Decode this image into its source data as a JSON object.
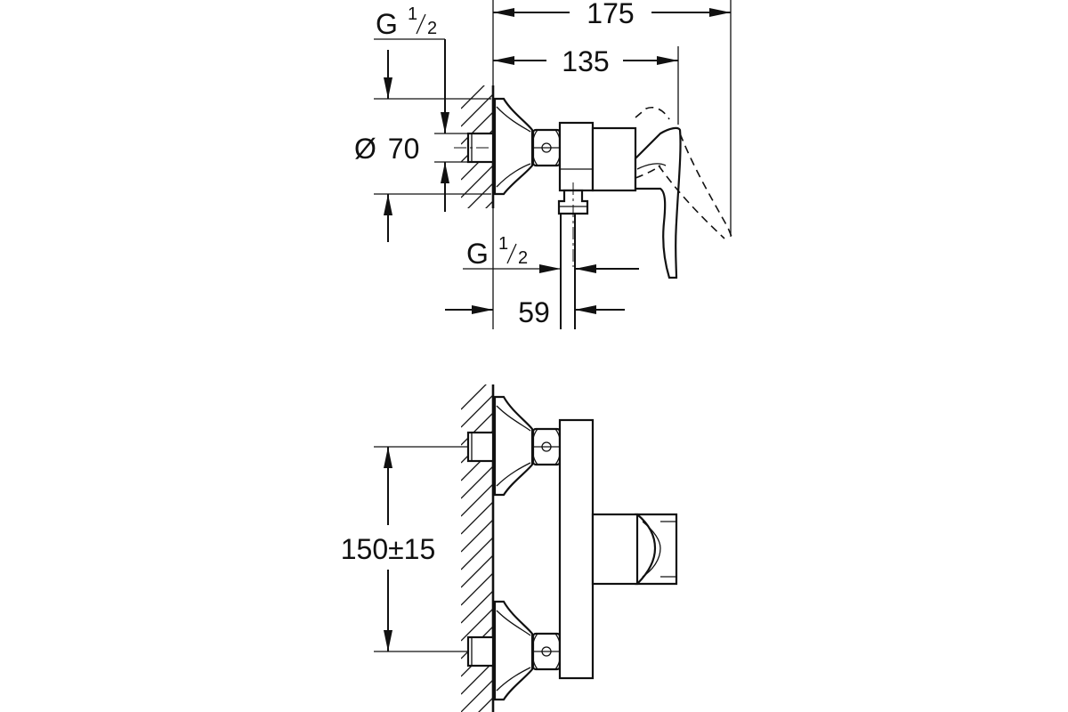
{
  "side_view": {
    "dim_overall_length": "175",
    "dim_body_length": "135",
    "dim_diameter_symbol": "Ø",
    "dim_diameter_value": "70",
    "dim_thread_inlet_prefix": "G",
    "dim_thread_inlet_num": "1",
    "dim_thread_inlet_den": "2",
    "dim_thread_outlet_prefix": "G",
    "dim_thread_outlet_num": "1",
    "dim_thread_outlet_den": "2",
    "dim_outlet_offset": "59"
  },
  "front_view": {
    "dim_center_distance": "150±15"
  },
  "colors": {
    "line": "#111111",
    "background": "#ffffff"
  }
}
